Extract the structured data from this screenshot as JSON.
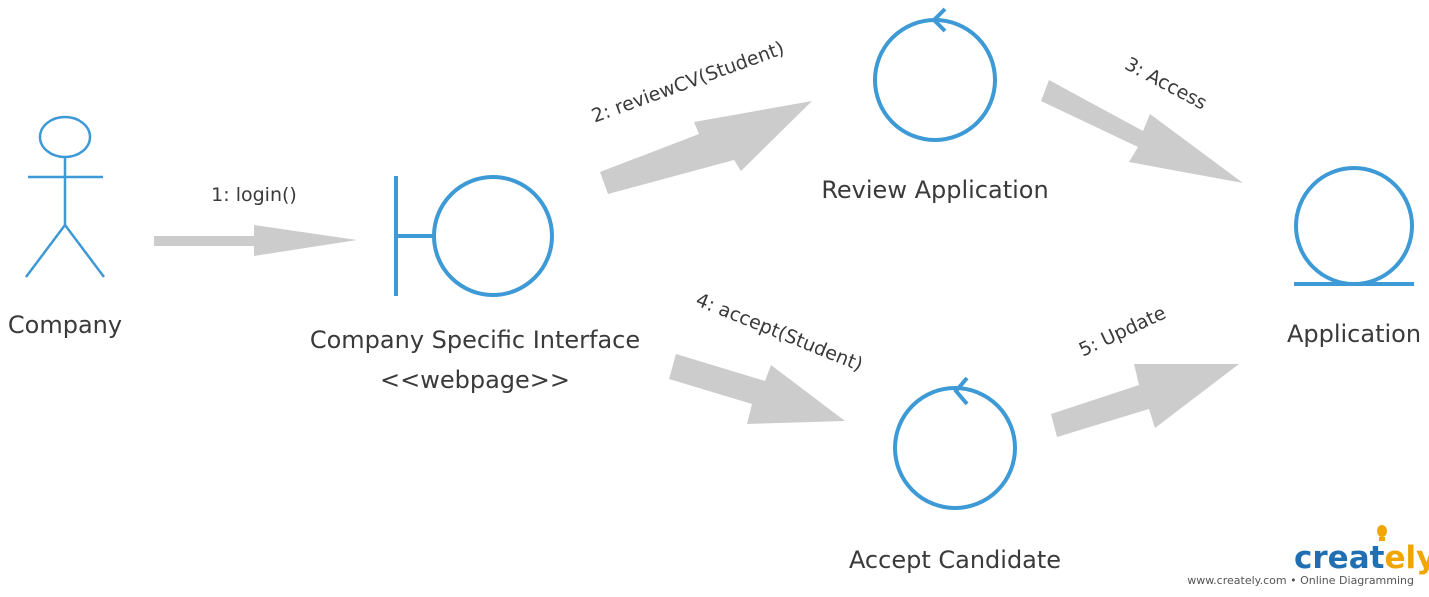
{
  "nodes": {
    "company": {
      "label": "Company"
    },
    "interface": {
      "label": "Company Specific Interface",
      "stereotype": "<<webpage>>"
    },
    "review": {
      "label": "Review Application"
    },
    "accept": {
      "label": "Accept Candidate"
    },
    "application": {
      "label": "Application"
    }
  },
  "messages": {
    "m1": "1: login()",
    "m2": "2: reviewCV(Student)",
    "m3": "3: Access",
    "m4": "4: accept(Student)",
    "m5": "5: Update"
  },
  "watermark": {
    "brand_main": "creat",
    "brand_accent": "ely",
    "tagline": "www.creately.com • Online Diagramming"
  },
  "colors": {
    "symbol": "#3d9ad6",
    "arrow": "#cccccc",
    "text": "#3a3a3a",
    "brand_blue": "#1f6fb2",
    "brand_accent": "#f0a500"
  }
}
